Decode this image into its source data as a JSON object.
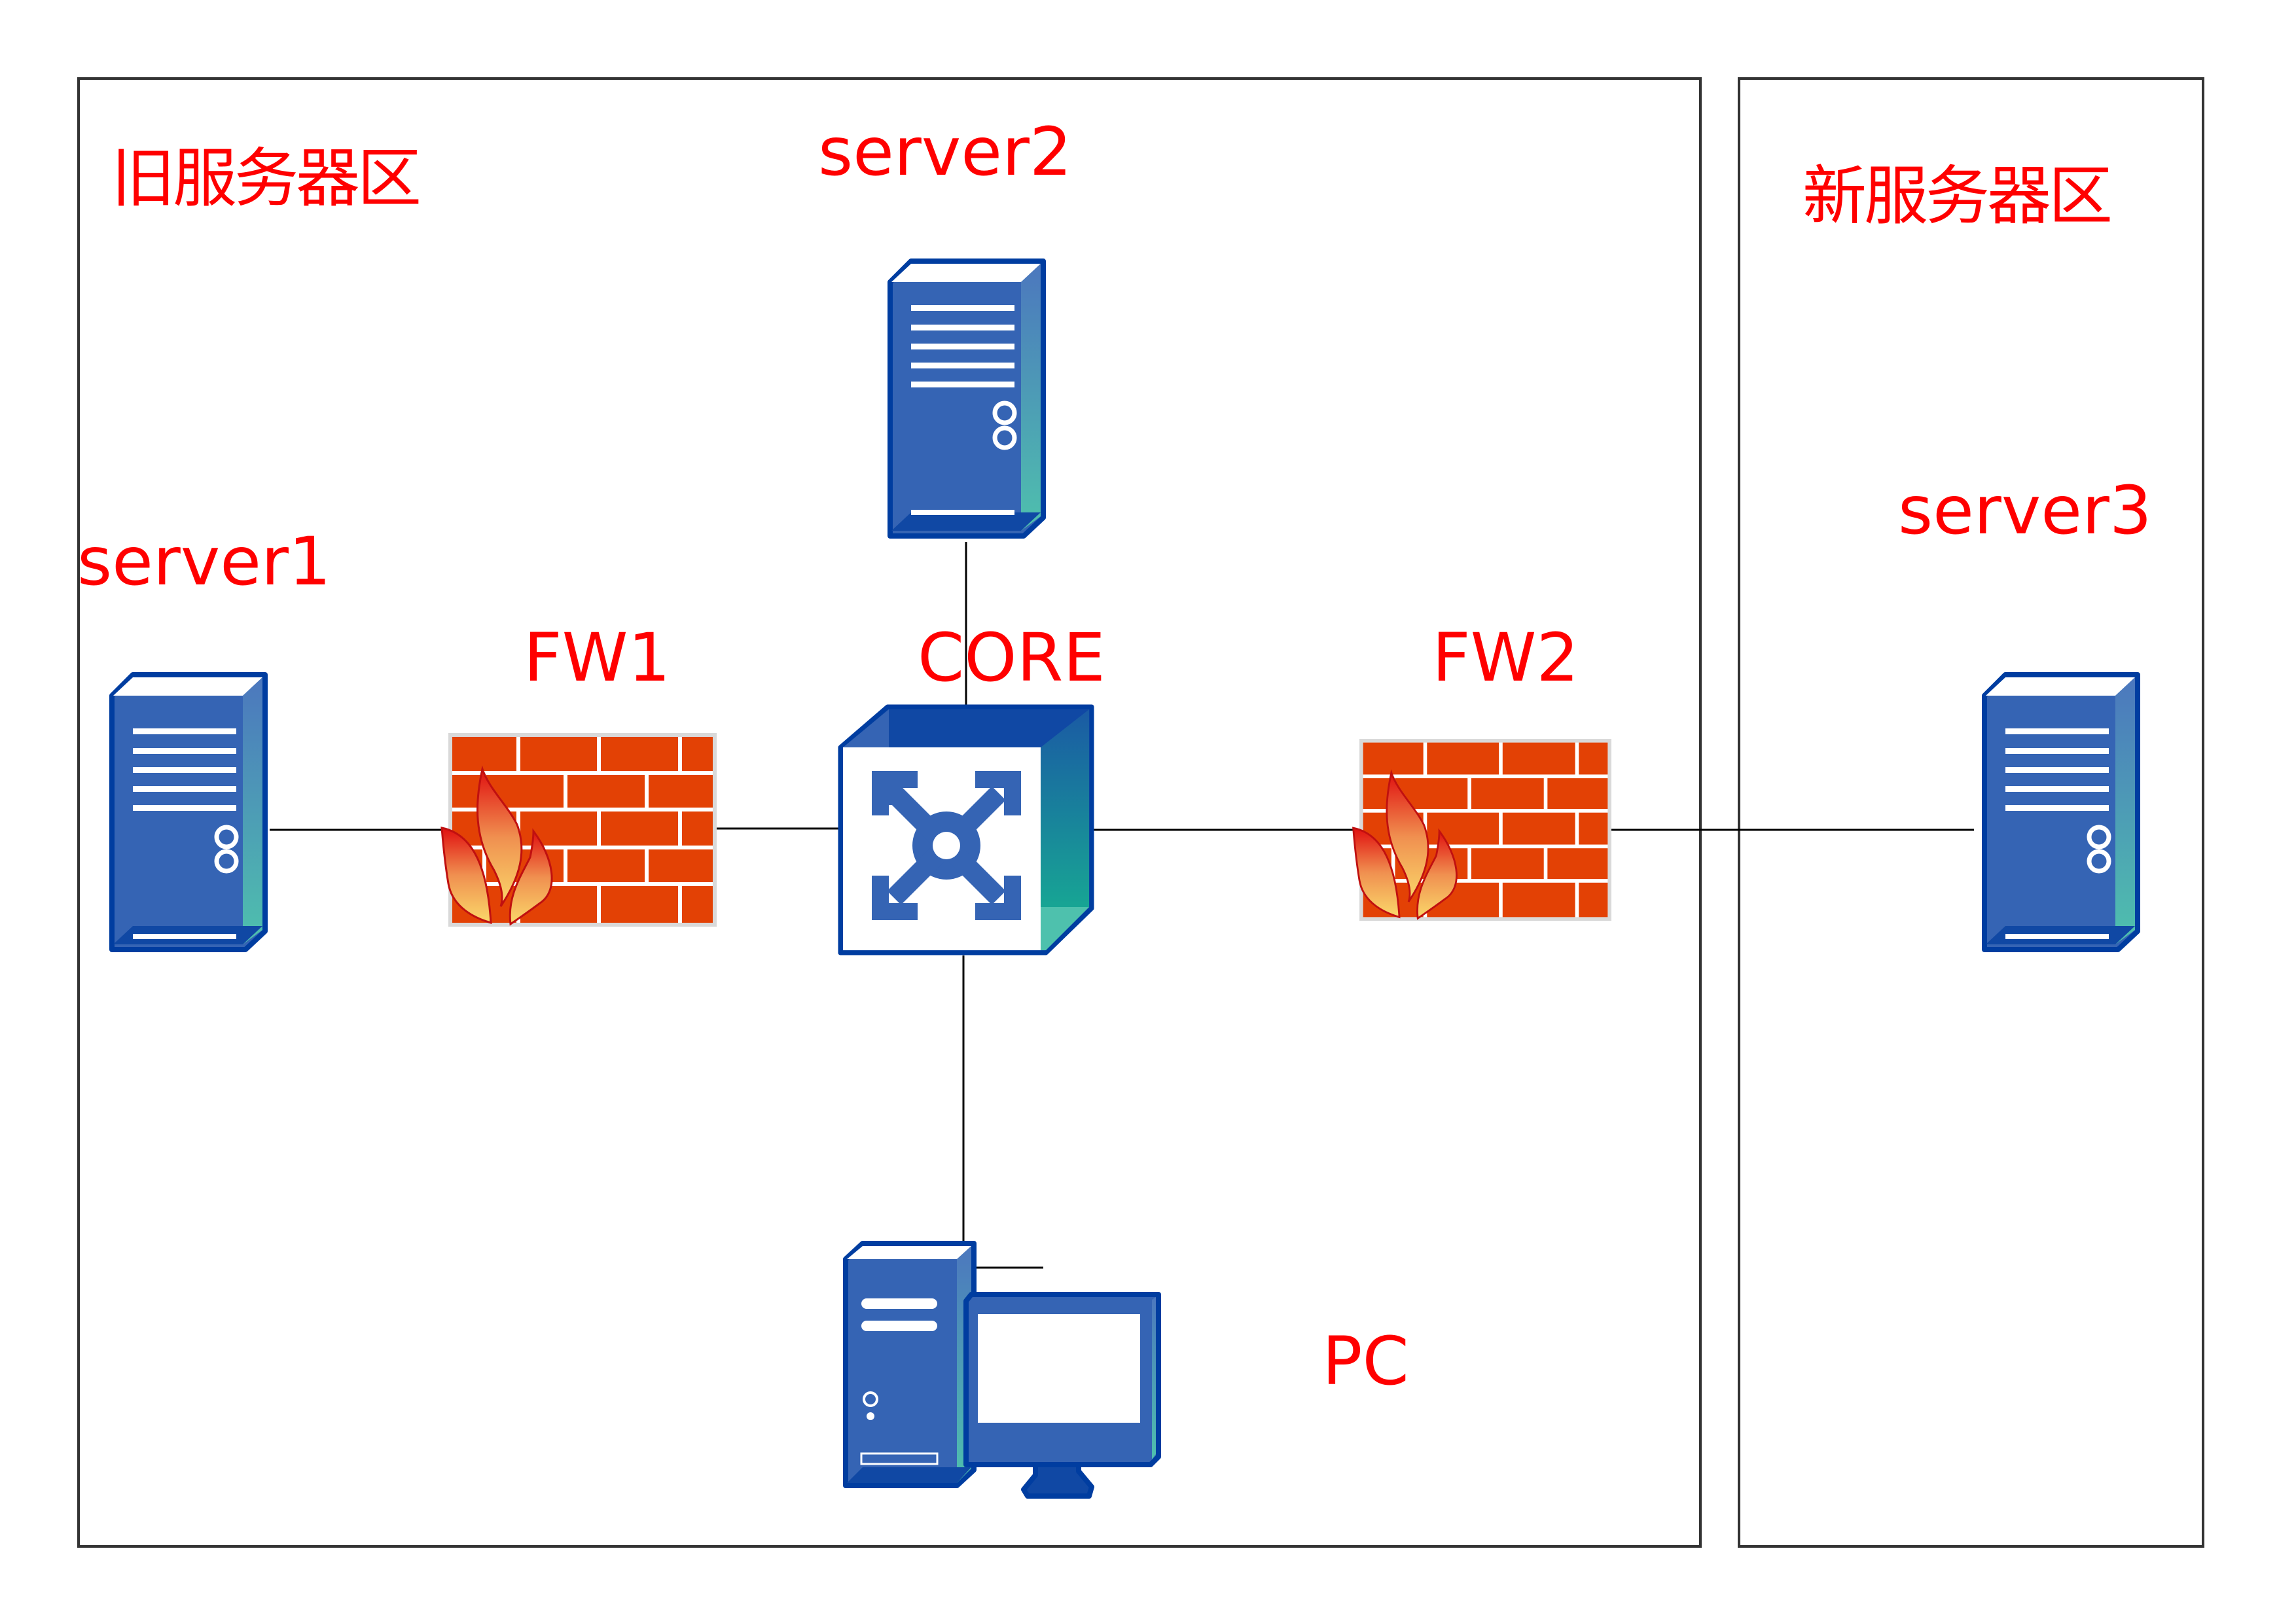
{
  "diagram": {
    "type": "network-topology",
    "colors": {
      "label_text": "#ff0000",
      "zone_border": "#333333",
      "device_blue": "#3564b4",
      "device_outline": "#003da0",
      "device_side_top": "#4c77be",
      "device_side_bottom": "#4ec1ad",
      "firewall_brick": "#e34105",
      "firewall_mortar": "#ffffff",
      "firewall_frame": "#d9d9d9",
      "wire": "#000000"
    },
    "zones": [
      {
        "id": "old-zone",
        "label": "旧服务器区"
      },
      {
        "id": "new-zone",
        "label": "新服务器区"
      }
    ],
    "nodes": [
      {
        "id": "server1",
        "label": "server1",
        "kind": "server",
        "zone": "old-zone",
        "icon": "server-tower-icon"
      },
      {
        "id": "server2",
        "label": "server2",
        "kind": "server",
        "zone": "old-zone",
        "icon": "server-tower-icon"
      },
      {
        "id": "fw1",
        "label": "FW1",
        "kind": "firewall",
        "zone": "old-zone",
        "icon": "firewall-icon"
      },
      {
        "id": "core",
        "label": "CORE",
        "kind": "core-switch",
        "zone": "old-zone",
        "icon": "core-switch-icon"
      },
      {
        "id": "fw2",
        "label": "FW2",
        "kind": "firewall",
        "zone": "old-zone",
        "icon": "firewall-icon"
      },
      {
        "id": "pc",
        "label": "PC",
        "kind": "workstation",
        "zone": "old-zone",
        "icon": "pc-workstation-icon"
      },
      {
        "id": "server3",
        "label": "server3",
        "kind": "server",
        "zone": "new-zone",
        "icon": "server-tower-icon"
      }
    ],
    "links": [
      {
        "from": "server1",
        "to": "fw1"
      },
      {
        "from": "fw1",
        "to": "core"
      },
      {
        "from": "server2",
        "to": "core"
      },
      {
        "from": "core",
        "to": "fw2"
      },
      {
        "from": "fw2",
        "to": "server3"
      },
      {
        "from": "core",
        "to": "pc"
      }
    ]
  }
}
